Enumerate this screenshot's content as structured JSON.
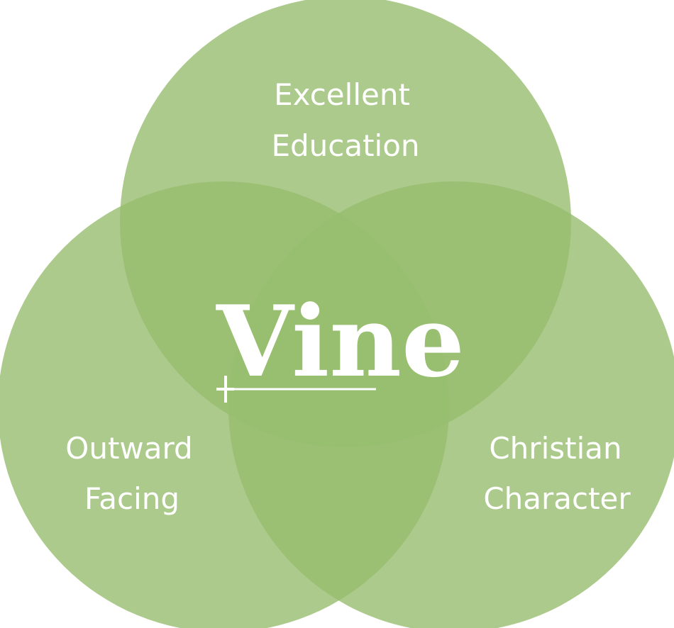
{
  "colors": {
    "circle_fill": "#97bd6e",
    "label_text": "#ffffff",
    "logo": "#ffffff",
    "background": "#ffffff"
  },
  "circles": [
    {
      "id": "top",
      "label_lines": [
        "Excellent",
        "Education"
      ]
    },
    {
      "id": "left",
      "label_lines": [
        "Outward",
        "Facing"
      ]
    },
    {
      "id": "right",
      "label_lines": [
        "Christian",
        "Character"
      ]
    }
  ],
  "center_logo": {
    "text": "Vine",
    "icon": "cross-icon"
  }
}
